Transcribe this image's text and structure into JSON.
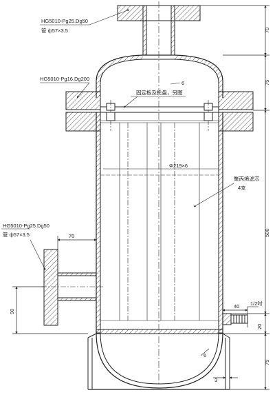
{
  "labels": {
    "outlet_flange": "HG5010-Pg25.Dg50",
    "outlet_pipe": "管 ф57×3.5",
    "body_flange": "HG5010-Pg16.Dg200",
    "fixing_plate": "固定板及托盘，另图",
    "shell_diameter": "Φ219×6",
    "filter_element": "聚丙烯滤芯",
    "filter_qty": "4支",
    "inlet_flange": "HG5010-Pg25.Dg50",
    "inlet_pipe": "管 ф57×3.5",
    "thread": "1/2吋"
  },
  "dimensions": {
    "top_pipe_height": "70",
    "head_height": "75",
    "shell_length": "500",
    "drain_offset": "20",
    "bottom_head_height": "75",
    "inlet_pipe_length": "70",
    "inlet_height": "90",
    "drain_pipe_length": "40",
    "head_thickness_top": "6",
    "head_thickness_bottom": "6",
    "skirt_thickness": "3"
  },
  "colors": {
    "line": "#222222",
    "hatch": "#444444",
    "paper": "#ffffff"
  }
}
